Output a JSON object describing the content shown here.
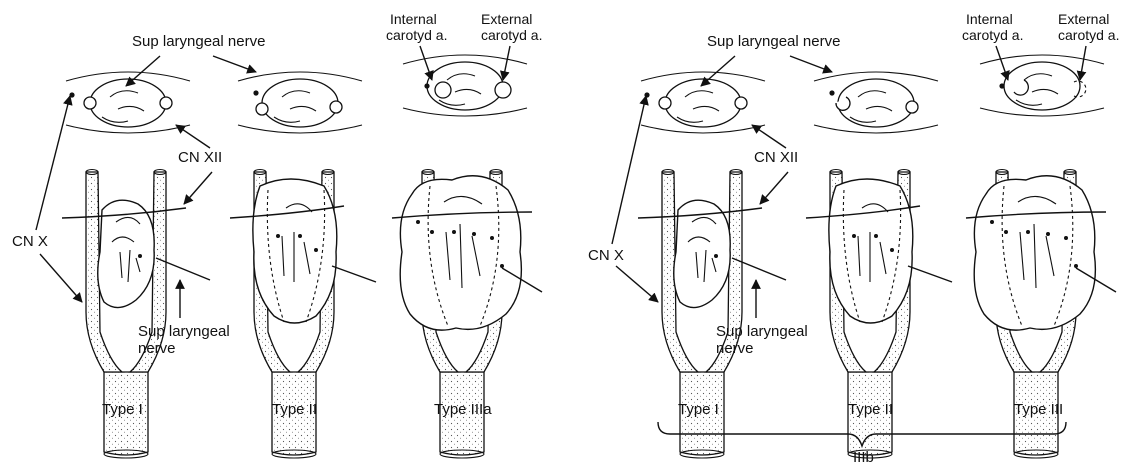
{
  "figure": {
    "left_panel": {
      "labels": {
        "sup_laryngeal_top": "Sup laryngeal nerve",
        "internal_carotid_line1": "Internal",
        "internal_carotid_line2": "carotyd a.",
        "external_carotid_line1": "External",
        "external_carotid_line2": "carotyd a.",
        "cn_xii": "CN XII",
        "cn_x": "CN X",
        "sup_laryngeal_bottom_line1": "Sup laryngeal",
        "sup_laryngeal_bottom_line2": "nerve"
      },
      "types": [
        "Type I",
        "Type II",
        "Type IIIa"
      ]
    },
    "right_panel": {
      "labels": {
        "sup_laryngeal_top": "Sup laryngeal nerve",
        "internal_carotid_line1": "Internal",
        "internal_carotid_line2": "carotyd a.",
        "external_carotid_line1": "External",
        "external_carotid_line2": "carotyd a.",
        "cn_xii": "CN XII",
        "cn_x": "CN X",
        "sup_laryngeal_bottom_line1": "Sup laryngeal",
        "sup_laryngeal_bottom_line2": "nerve"
      },
      "types": [
        "Type I",
        "Type II",
        "Type III"
      ],
      "group_label": "IIIb"
    }
  }
}
